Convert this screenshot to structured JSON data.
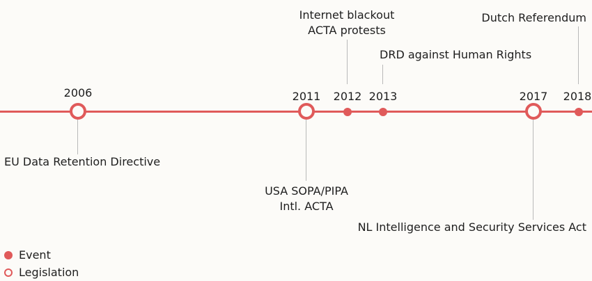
{
  "colors": {
    "accent": "#e05a5a",
    "connector": "#b9b9b9",
    "background": "#fcfbf8",
    "text": "#1e1e1e"
  },
  "timeline": {
    "milestones": [
      {
        "year": "2006",
        "type": "legislation",
        "labels": [
          "EU Data Retention Directive"
        ]
      },
      {
        "year": "2011",
        "type": "legislation",
        "labels": [
          "USA SOPA/PIPA",
          "Intl. ACTA"
        ]
      },
      {
        "year": "2012",
        "type": "event",
        "labels": [
          "Internet blackout",
          "ACTA protests"
        ]
      },
      {
        "year": "2013",
        "type": "event",
        "labels": [
          "DRD against Human Rights"
        ]
      },
      {
        "year": "2017",
        "type": "legislation",
        "labels": [
          "NL Intelligence and Security Services Act"
        ]
      },
      {
        "year": "2018",
        "type": "event",
        "labels": [
          "Dutch Referendum"
        ]
      }
    ]
  },
  "legend": {
    "event_label": "Event",
    "legislation_label": "Legislation"
  }
}
